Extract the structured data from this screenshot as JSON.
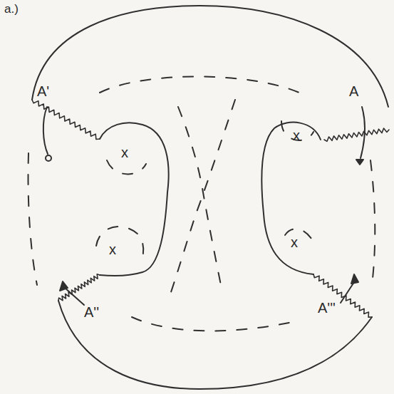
{
  "diagram": {
    "labels": [
      "a.)",
      "A'",
      "A",
      "x",
      "x",
      "x",
      "x",
      "A''",
      "A'''"
    ]
  }
}
